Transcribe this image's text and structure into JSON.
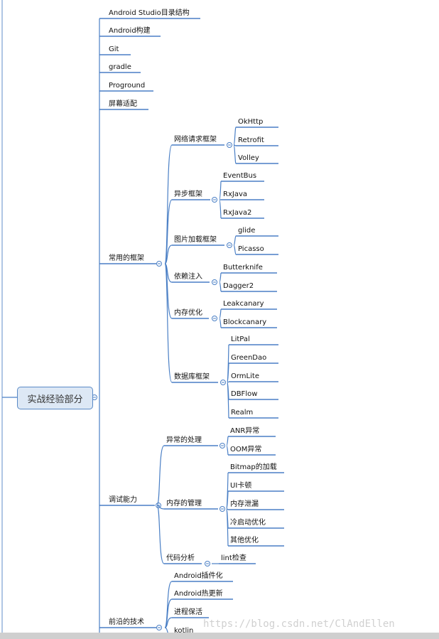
{
  "root": {
    "label": "实战经验部分"
  },
  "branches": [
    {
      "label": "Android Studio目录结构"
    },
    {
      "label": "Android构建"
    },
    {
      "label": "Git"
    },
    {
      "label": "gradle"
    },
    {
      "label": "Proground"
    },
    {
      "label": "屏幕适配"
    },
    {
      "label": "常用的框架",
      "children": [
        {
          "label": "网络请求框架",
          "children": [
            "OkHttp",
            "Retrofit",
            "Volley"
          ]
        },
        {
          "label": "异步框架",
          "children": [
            "EventBus",
            "RxJava",
            "RxJava2"
          ]
        },
        {
          "label": "图片加载框架",
          "children": [
            "glide",
            "Picasso"
          ]
        },
        {
          "label": "依赖注入",
          "children": [
            "Butterknife",
            "Dagger2"
          ]
        },
        {
          "label": "内存优化",
          "children": [
            "Leakcanary",
            "Blockcanary"
          ]
        },
        {
          "label": "数据库框架",
          "children": [
            "LitPal",
            "GreenDao",
            "OrmLite",
            "DBFlow",
            "Realm"
          ]
        }
      ]
    },
    {
      "label": "调试能力",
      "children": [
        {
          "label": "异常的处理",
          "children": [
            "ANR异常",
            "OOM异常"
          ]
        },
        {
          "label": "内存的管理",
          "children": [
            "Bitmap的加载",
            "UI卡顿",
            "内存泄漏",
            "冷启动优化",
            "其他优化"
          ]
        },
        {
          "label": "代码分析",
          "children": [
            "lint检查"
          ]
        }
      ]
    },
    {
      "label": "前沿的技术",
      "children": [
        {
          "label": "Android插件化"
        },
        {
          "label": "Android热更新"
        },
        {
          "label": "进程保活"
        },
        {
          "label": "kotlin"
        }
      ]
    }
  ],
  "watermark": "https://blog.csdn.net/ClAndEllen",
  "colors": {
    "line": "#4a7fc5",
    "root_fill": "#dde8f5",
    "root_border": "#5a8ac6"
  }
}
